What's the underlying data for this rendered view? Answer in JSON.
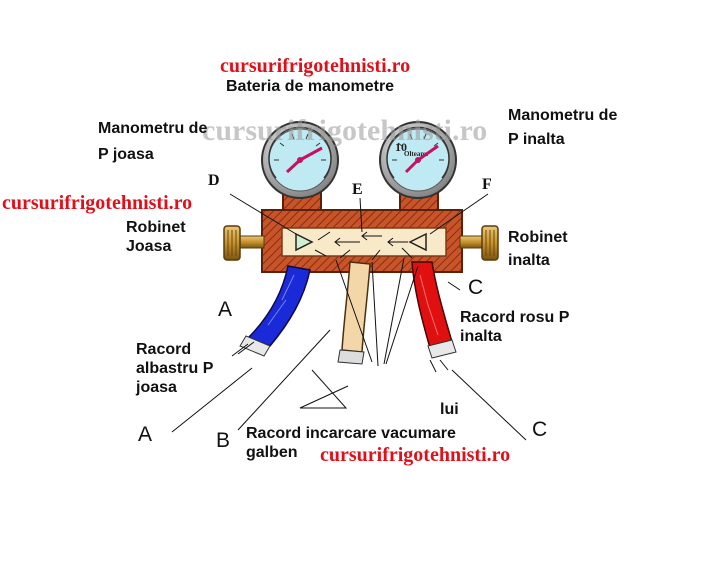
{
  "watermark": "cursurifrigotehnisti.ro",
  "title": "Bateria de manometre",
  "gauge_low_label": "Manometru de\nP joasa",
  "gauge_high_label": "Manometru de\nP inalta",
  "valve_low_label": "Robinet\nJoasa",
  "valve_high_label": "Robinet\ninalta",
  "point_d": "D",
  "point_e": "E",
  "point_f": "F",
  "hose_blue_letter": "A",
  "hose_red_letter": "C",
  "bottom_a": "A",
  "bottom_b": "B",
  "bottom_c": "C",
  "hose_blue_label": "Racord\nalbastru P\njoasa",
  "hose_red_label": "Racord rosu P\ninalta",
  "hose_yellow_label": "Racord incarcare vacumare\ngalben",
  "fragment_lui": "lui",
  "gauge_high_face_num": "10",
  "gauge_high_face_brand": "Olteanu",
  "colors": {
    "watermark": "#e0101a",
    "manifold": "#c8552a",
    "hose_blue": "#1a2ad8",
    "hose_red": "#e01010",
    "hose_yellow": "#f3d7a8",
    "gauge_face": "#bfeaf3",
    "needle": "#c81060",
    "knob": "#c89a3a"
  }
}
